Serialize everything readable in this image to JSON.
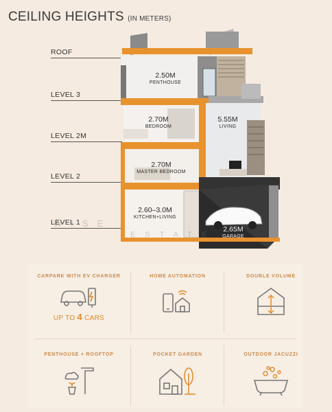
{
  "title": "CEILING HEIGHTS",
  "title_sub": "(IN METERS)",
  "levels": [
    "ROOF",
    "LEVEL 3",
    "LEVEL 2M",
    "LEVEL 2",
    "LEVEL 1"
  ],
  "rooms": [
    {
      "height": "2.50M",
      "name": "PENTHOUSE"
    },
    {
      "height": "2.70M",
      "name": "BEDROOM"
    },
    {
      "height": "5.55M",
      "name": "LIVING"
    },
    {
      "height": "2.70M",
      "name": "MASTER BEDROOM"
    },
    {
      "height": "2.60–3.0M",
      "name": "KITCHEN+LIVING"
    },
    {
      "height": "2.65M",
      "name": "GARAGE"
    }
  ],
  "watermark": [
    "WISE",
    "ESTATE"
  ],
  "features": [
    {
      "label": "CARPARK WITH EV CHARGER",
      "icon": "car-ev-charger-icon",
      "extra_prefix": "UP TO",
      "extra_num": "4",
      "extra_suffix": "CARS"
    },
    {
      "label": "HOME AUTOMATION",
      "icon": "smart-home-icon"
    },
    {
      "label": "DOUBLE VOLUME",
      "icon": "double-volume-icon"
    },
    {
      "label": "PENTHOUSE + ROOFTOP",
      "icon": "rooftop-icon"
    },
    {
      "label": "POCKET GARDEN",
      "icon": "house-garden-icon"
    },
    {
      "label": "OUTDOOR JACUZZI",
      "icon": "jacuzzi-icon"
    }
  ],
  "colors": {
    "accent": "#e8922e",
    "label": "#c98a4b",
    "background": "#f5ebe0"
  }
}
